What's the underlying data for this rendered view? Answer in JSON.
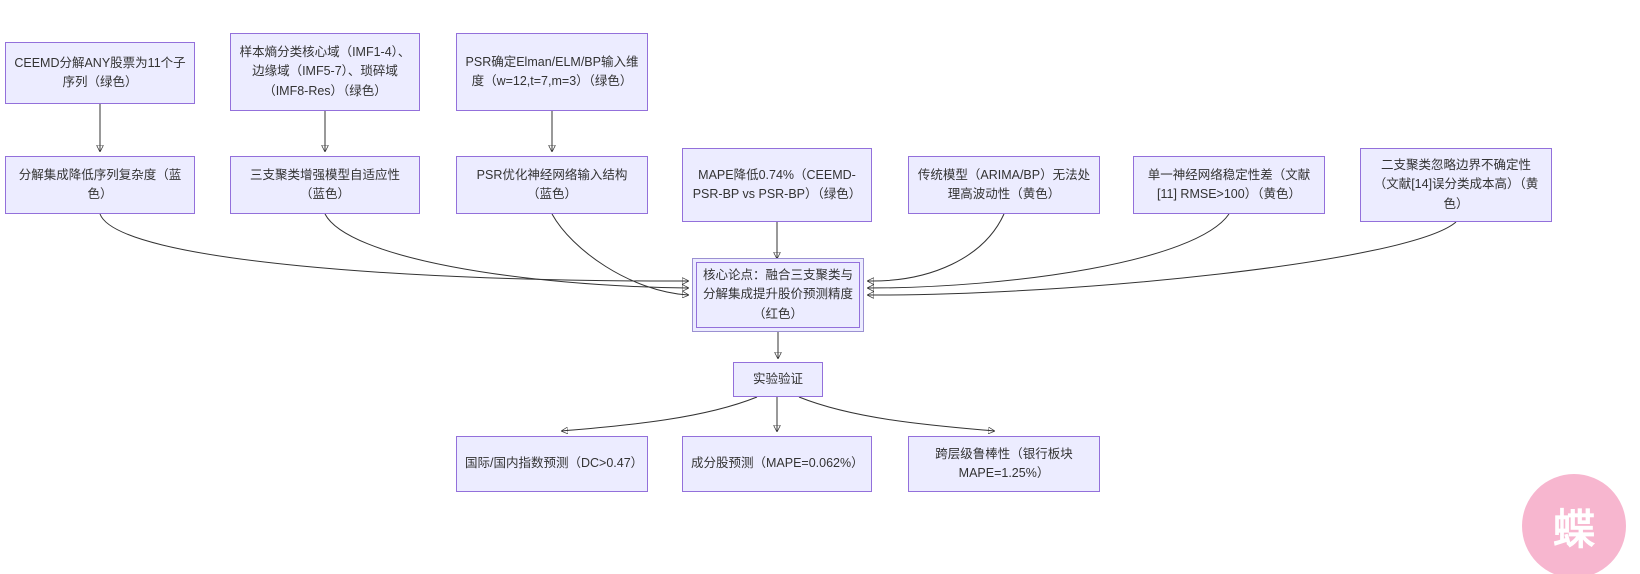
{
  "nodes": {
    "ceemd": "CEEMD分解ANY股票为11个子序列（绿色）",
    "sample_entropy": "样本熵分类核心域（IMF1-4）、边缘域（IMF5-7）、琐碎域（IMF8-Res）（绿色）",
    "psr_dims": "PSR确定Elman/ELM/BP输入维度（w=12,t=7,m=3）（绿色）",
    "decomp_benefit": "分解集成降低序列复杂度（蓝色）",
    "three_way_benefit": "三支聚类增强模型自适应性（蓝色）",
    "psr_benefit": "PSR优化神经网络输入结构（蓝色）",
    "mape_evidence": "MAPE降低0.74%（CEEMD-PSR-BP vs PSR-BP）（绿色）",
    "traditional_limit": "传统模型（ARIMA/BP）无法处理高波动性（黄色）",
    "single_nn_limit": "单一神经网络稳定性差（文献[11] RMSE>100）（黄色）",
    "two_way_limit": "二支聚类忽略边界不确定性（文献[14]误分类成本高）（黄色）",
    "core_thesis": "核心论点：融合三支聚类与分解集成提升股价预测精度（红色）",
    "experiment": "实验验证",
    "index_prediction": "国际/国内指数预测（DC>0.47）",
    "component_prediction": "成分股预测（MAPE=0.062%）",
    "robustness": "跨层级鲁棒性（银行板块MAPE=1.25%）"
  },
  "watermark": {
    "text": "蝶"
  },
  "colors": {
    "node_fill": "#ECECFF",
    "node_border": "#9370DB",
    "edge": "#333333",
    "watermark_pink": "#f7b6cf"
  }
}
